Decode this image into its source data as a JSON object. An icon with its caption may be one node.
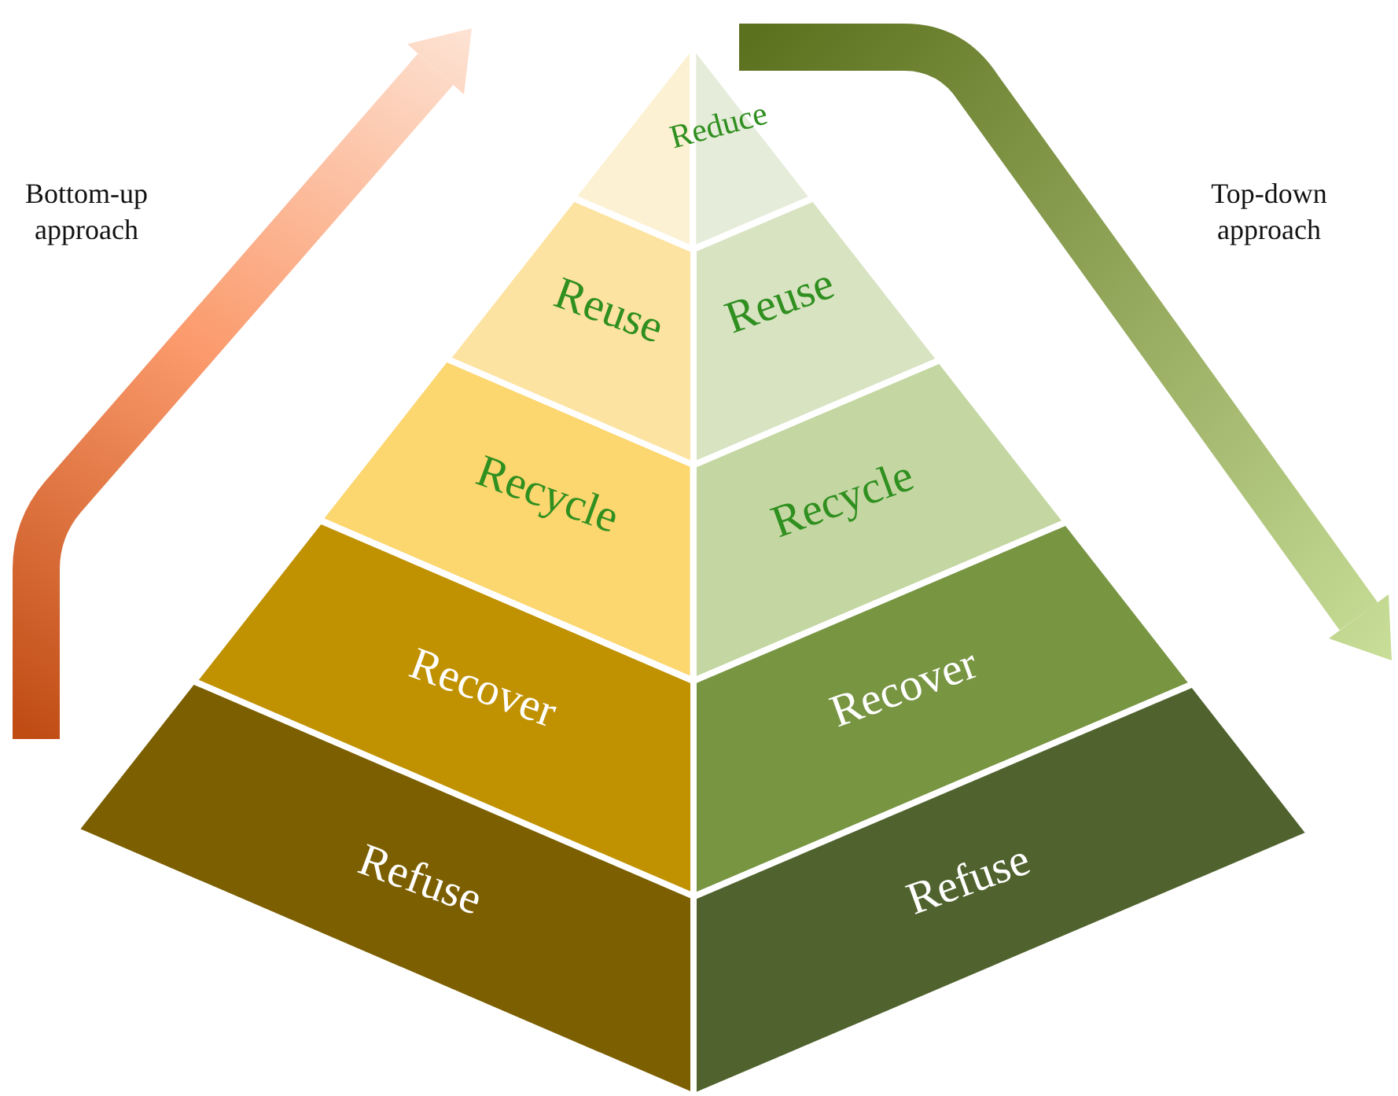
{
  "diagram": {
    "nodes": [
      {
        "text": [
          "Reduce"
        ]
      },
      {
        "text": [
          "Reuse"
        ]
      },
      {
        "text": [
          "Reuse"
        ]
      },
      {
        "text": [
          "Recycle"
        ]
      },
      {
        "text": [
          "Recycle"
        ]
      },
      {
        "text": [
          "Recover"
        ]
      },
      {
        "text": [
          "Recover"
        ]
      },
      {
        "text": [
          "Refuse"
        ]
      },
      {
        "text": [
          "Refuse"
        ]
      }
    ],
    "labels": [
      "Bottom-up approach",
      "Top-down approach"
    ]
  }
}
